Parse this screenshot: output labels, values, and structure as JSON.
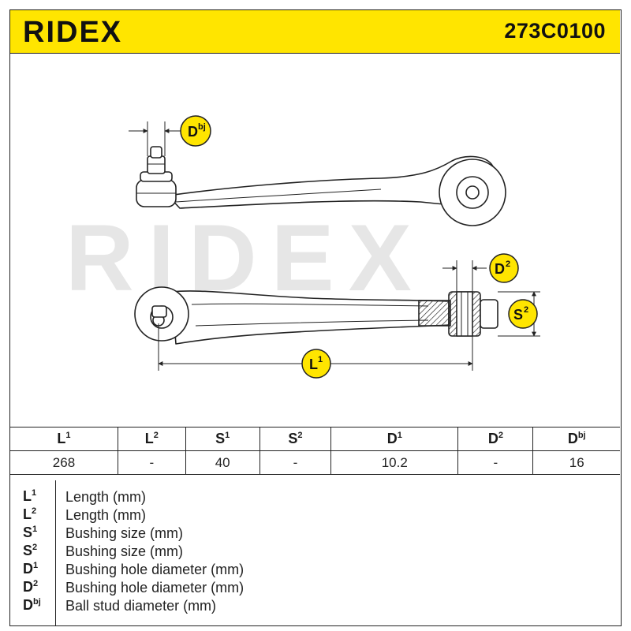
{
  "brand": {
    "name": "RIDEX",
    "watermark": "RIDEX"
  },
  "part_number": "273C0100",
  "drawing_labels": {
    "dbj": {
      "base": "D",
      "sup": "bj"
    },
    "d2": {
      "base": "D",
      "sup": "2"
    },
    "s2": {
      "base": "S",
      "sup": "2"
    },
    "l1": {
      "base": "L",
      "sup": "1"
    }
  },
  "specs": {
    "headers": [
      {
        "base": "L",
        "sup": "1"
      },
      {
        "base": "L",
        "sup": "2"
      },
      {
        "base": "S",
        "sup": "1"
      },
      {
        "base": "S",
        "sup": "2"
      },
      {
        "base": "D",
        "sup": "1"
      },
      {
        "base": "D",
        "sup": "2"
      },
      {
        "base": "D",
        "sup": "bj"
      }
    ],
    "values": [
      "268",
      "-",
      "40",
      "-",
      "10.2",
      "-",
      "16"
    ]
  },
  "legend": [
    {
      "base": "L",
      "sup": "1",
      "text": "Length (mm)"
    },
    {
      "base": "L",
      "sup": "2",
      "text": "Length (mm)"
    },
    {
      "base": "S",
      "sup": "1",
      "text": "Bushing size (mm)"
    },
    {
      "base": "S",
      "sup": "2",
      "text": "Bushing size (mm)"
    },
    {
      "base": "D",
      "sup": "1",
      "text": "Bushing hole diameter (mm)"
    },
    {
      "base": "D",
      "sup": "2",
      "text": "Bushing hole diameter (mm)"
    },
    {
      "base": "D",
      "sup": "bj",
      "text": "Ball stud diameter (mm)"
    }
  ],
  "colors": {
    "header": "#ffe500",
    "badge": "#ffe500",
    "outline": "#222222",
    "watermark": "#e6e6e6"
  }
}
